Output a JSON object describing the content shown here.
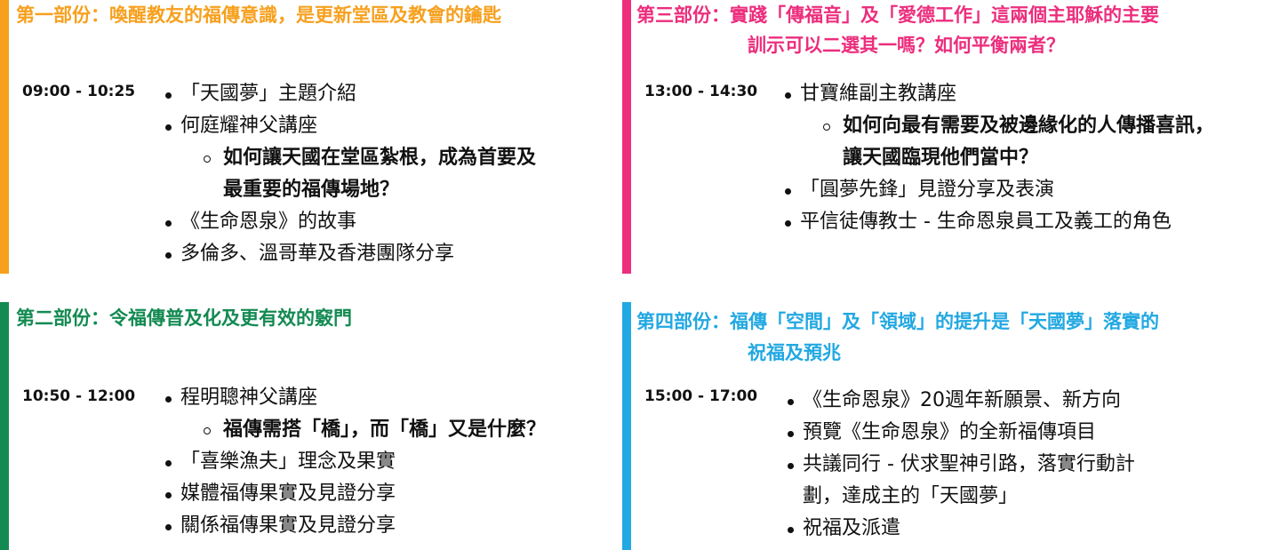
{
  "colors": {
    "part1": "#f7a01e",
    "part2": "#138a52",
    "part3": "#ec2e7d",
    "part4": "#22a8e2"
  },
  "part1": {
    "title": "第一部份：喚醒教友的福傳意識，是更新堂區及教會的鑰匙",
    "time": "09:00 - 10:25",
    "items": [
      "「天國夢」主題介紹",
      "何庭耀神父講座",
      "如何讓天國在堂區紮根，成為首要及",
      "最重要的福傳場地？",
      "《生命恩泉》的故事",
      "多倫多、溫哥華及香港團隊分享"
    ]
  },
  "part2": {
    "title": "第二部份：令福傳普及化及更有效的竅門",
    "time": "10:50 - 12:00",
    "items": [
      "程明聰神父講座",
      "福傳需搭「橋」，而「橋」又是什麼？",
      "「喜樂漁夫」理念及果實",
      "媒體福傳果實及見證分享",
      "關係福傳果實及見證分享"
    ]
  },
  "part3": {
    "title_line1": "第三部份：實踐「傳福音」及「愛德工作」這兩個主耶穌的主要",
    "title_line2": "訓示可以二選其一嗎？如何平衡兩者？",
    "time": "13:00 - 14:30",
    "items": [
      "甘寶維副主教講座",
      "如何向最有需要及被邊緣化的人傳播喜訊，",
      "讓天國臨現他們當中？",
      "「圓夢先鋒」見證分享及表演",
      "平信徒傳教士 - 生命恩泉員工及義工的角色"
    ]
  },
  "part4": {
    "title_line1": "第四部份：福傳「空間」及「領域」的提升是「天國夢」落實的",
    "title_line2": "祝福及預兆",
    "time": "15:00 - 17:00",
    "items": [
      "《生命恩泉》20週年新願景、新方向",
      "預覽《生命恩泉》的全新福傳項目",
      "共議同行 - 伏求聖神引路，落實行動計",
      "劃，達成主的「天國夢」",
      "祝福及派遣"
    ]
  }
}
